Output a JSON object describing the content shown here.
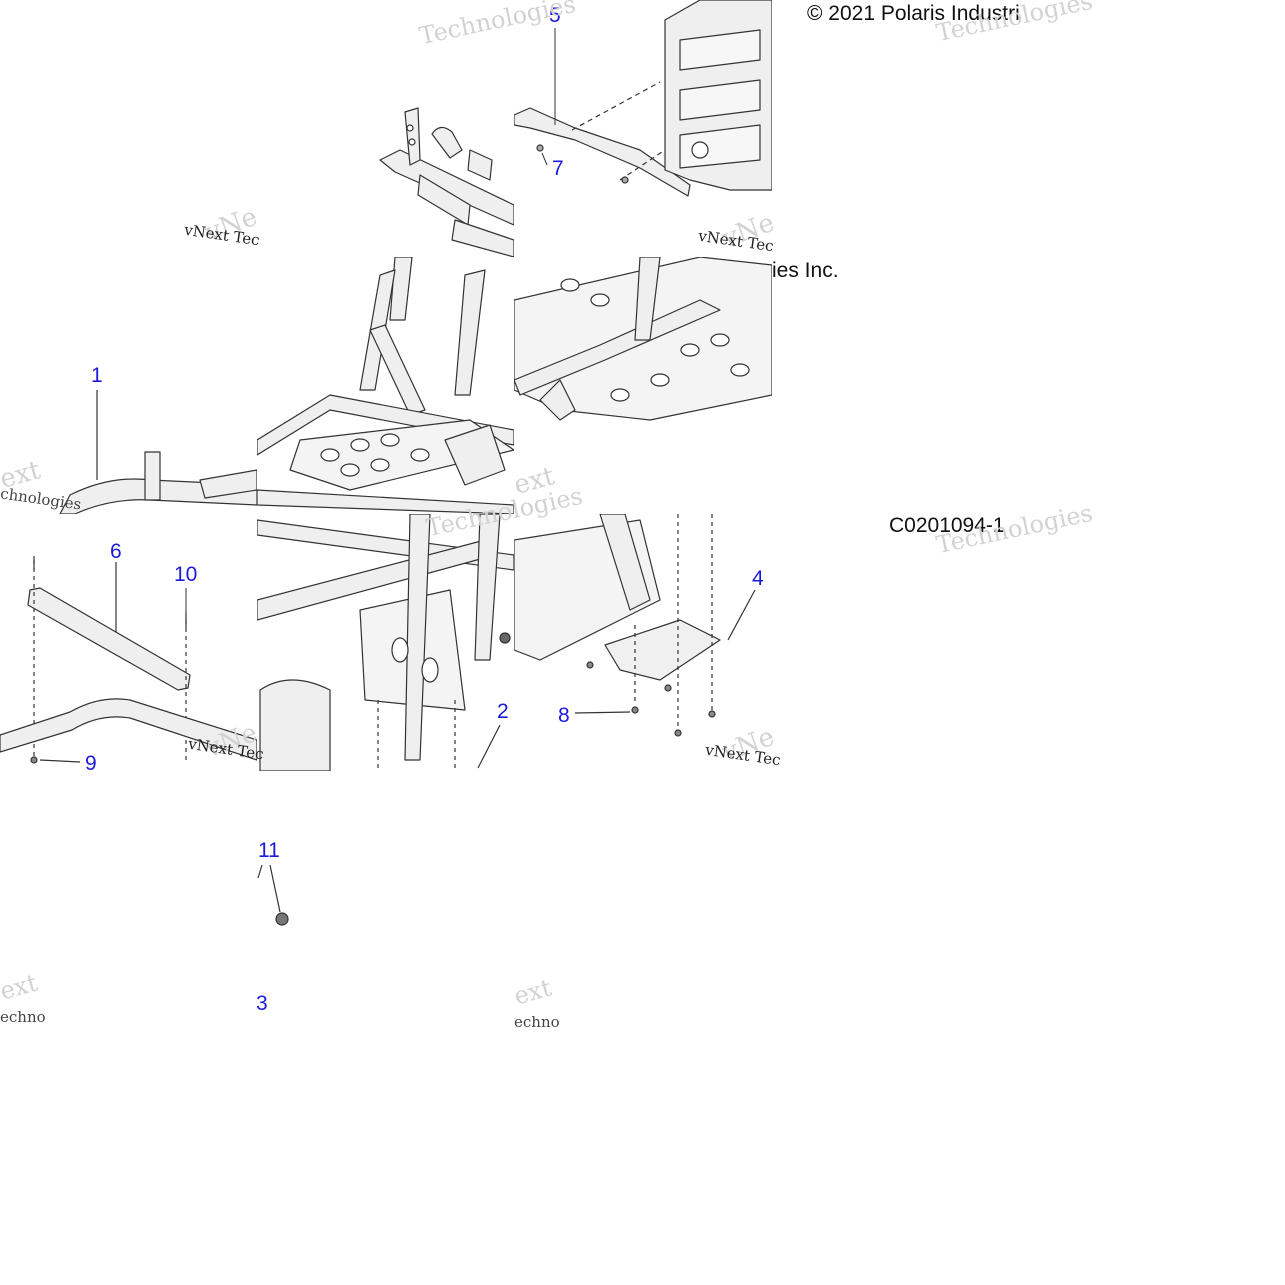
{
  "copyright": "© 2021 Polaris Industri",
  "copyright_tail": "ies Inc.",
  "figure_id": "C0201094-1",
  "watermark": {
    "line_a": "vNext Tec",
    "line_b": "Technologies",
    "line_c": "vNe",
    "line_d": "ext",
    "line_e": "chnologies",
    "line_f": "echno",
    "line_g": "vNext Technologies"
  },
  "callouts": {
    "c1": "1",
    "c2": "2",
    "c3": "3",
    "c4": "4",
    "c5": "5",
    "c6": "6",
    "c7": "7",
    "c8": "8",
    "c9": "9",
    "c10": "10",
    "c11": "11"
  },
  "colors": {
    "line": "#333333",
    "metal": "#efefef",
    "callout": "#1a1adc",
    "watermark": "#d2d2d2"
  }
}
